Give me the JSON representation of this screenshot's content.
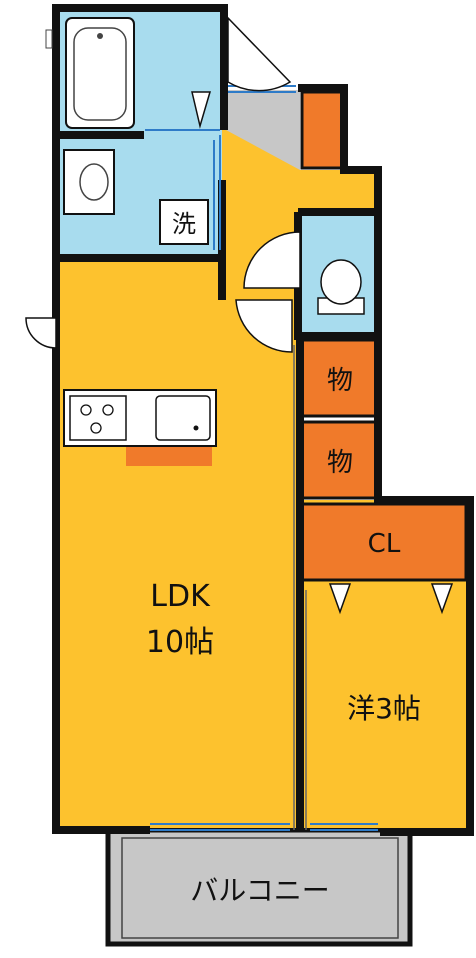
{
  "colors": {
    "living": "#FDC22E",
    "wet": "#A8DCEE",
    "storage": "#F07A2A",
    "balcony": "#C7C7C7",
    "wall": "#111111",
    "window": "#2E7BC8"
  },
  "rooms": {
    "ldk_line1": "LDK",
    "ldk_line2": "10帖",
    "western_room": "洋3帖",
    "closet": "CL",
    "storage1": "物",
    "storage2": "物",
    "washer": "洗",
    "balcony": "バルコニー"
  },
  "icons": {
    "bathtub": "bathtub-icon",
    "sink": "washbasin-icon",
    "toilet": "toilet-icon",
    "stove": "stove-icon",
    "kitchen_sink": "kitchen-sink-icon"
  }
}
